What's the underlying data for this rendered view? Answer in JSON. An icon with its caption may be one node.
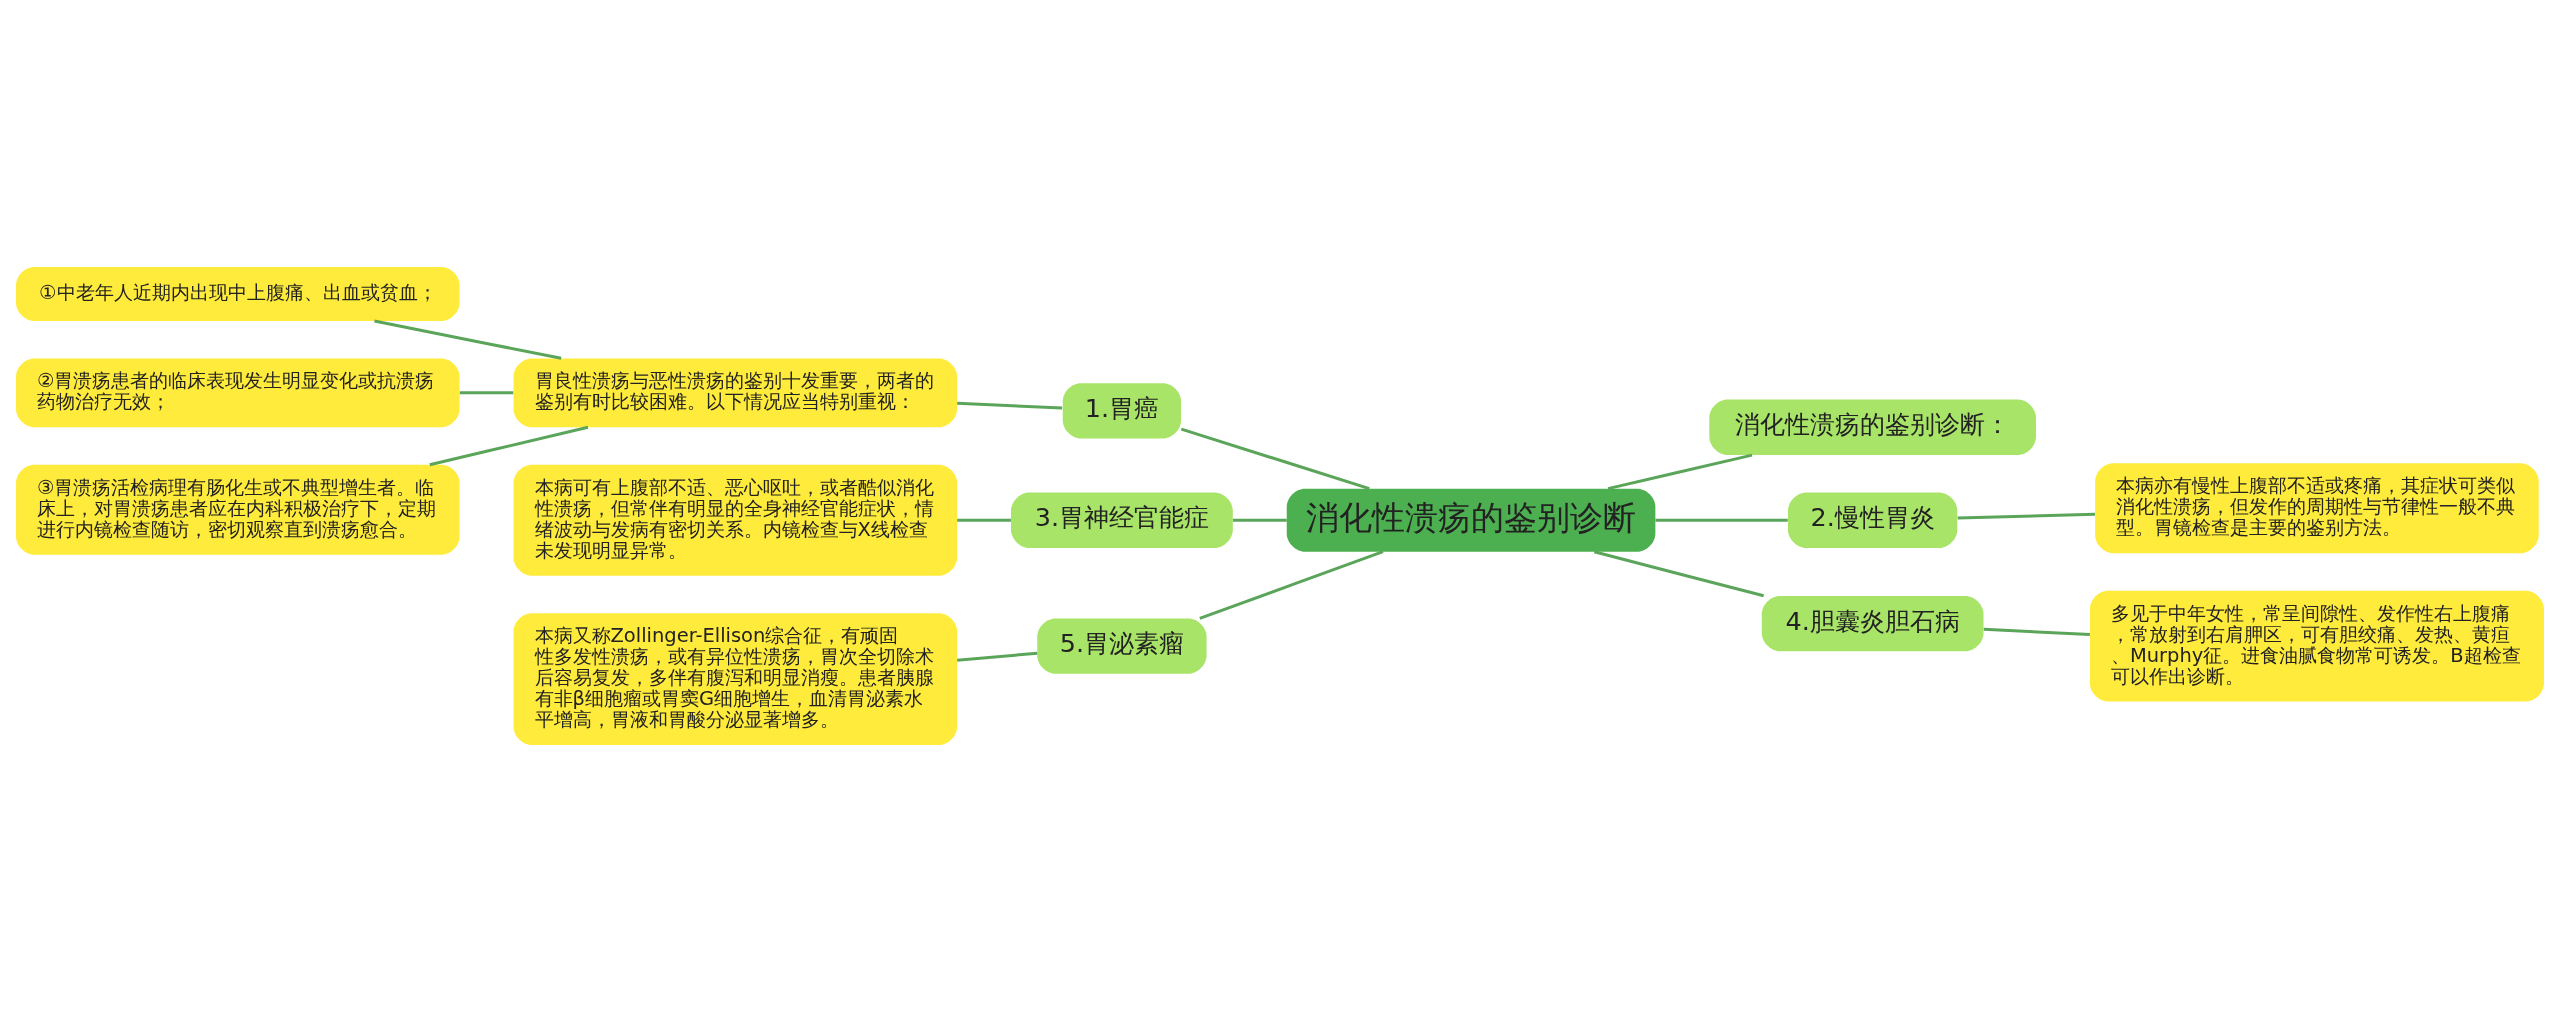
{
  "diagram": {
    "nodes": [
      {
        "text": [
          "消化性溃疡的鉴别诊断"
        ]
      },
      {
        "text": [
          "1.胃癌"
        ]
      },
      {
        "text": [
          "胃良性溃疡与恶性溃疡的鉴别十发重要，两者的鉴别有时比较困难。以下情况应当特别重视："
        ]
      },
      {
        "text": [
          "①中老年人近期内出现中上腹痛、出血或贫血；"
        ]
      },
      {
        "text": [
          "②胃溃疡患者的临床表现发生明显变化或抗溃疡药物治疗无效；"
        ]
      },
      {
        "text": [
          "③胃溃疡活检病理有肠化生或不典型增生者。临床上，对胃溃疡患者应在内科积极治疗下，定期进行内镜检查随访，密切观察直到溃疡愈合。"
        ]
      },
      {
        "text": [
          "3.胃神经官能症"
        ]
      },
      {
        "text": [
          "本病可有上腹部不适、恶心呕吐，或者酷似消化性溃疡，但常伴有明显的全身神经官能症状，情绪波动与发病有密切关系。内镜检查与X线检查未发现明显异常。"
        ]
      },
      {
        "text": [
          "5.胃泌素瘤"
        ]
      },
      {
        "text": [
          "本病又称Zollinger-Ellison综合征，有顽固性多发性溃疡，或有异位性溃疡，胃次全切除术后容易复发，多伴有腹泻和明显消瘦。患者胰腺有非β细胞瘤或胃窦G细胞增生，血清胃泌素水平增高，胃液和胃酸分泌显著增多。"
        ]
      },
      {
        "text": [
          "消化性溃疡的鉴别诊断："
        ]
      },
      {
        "text": [
          "2.慢性胃炎"
        ]
      },
      {
        "text": [
          "本病亦有慢性上腹部不适或疼痛，其症状可类似消化性溃疡，但发作的周期性与节律性一般不典型。胃镜检查是主要的鉴别方法。"
        ]
      },
      {
        "text": [
          "4.胆囊炎胆石病"
        ]
      },
      {
        "text": [
          "多见于中年女性，常呈间隙性、发作性右上腹痛，常放射到右肩胛区，可有胆绞痛、发热、黄疸、Murphy征。进食油腻食物常可诱发。B超检查可以作出诊断。"
        ]
      }
    ],
    "edges": [
      {
        "from": 0,
        "to": 1,
        "arrow": "none"
      },
      {
        "from": 1,
        "to": 2,
        "arrow": "none"
      },
      {
        "from": 2,
        "to": 3,
        "arrow": "none"
      },
      {
        "from": 2,
        "to": 4,
        "arrow": "none"
      },
      {
        "from": 2,
        "to": 5,
        "arrow": "none"
      },
      {
        "from": 0,
        "to": 6,
        "arrow": "none"
      },
      {
        "from": 6,
        "to": 7,
        "arrow": "none"
      },
      {
        "from": 0,
        "to": 8,
        "arrow": "none"
      },
      {
        "from": 8,
        "to": 9,
        "arrow": "none"
      },
      {
        "from": 0,
        "to": 10,
        "arrow": "none"
      },
      {
        "from": 0,
        "to": 11,
        "arrow": "none"
      },
      {
        "from": 11,
        "to": 12,
        "arrow": "none"
      },
      {
        "from": 0,
        "to": 13,
        "arrow": "none"
      },
      {
        "from": 13,
        "to": 14,
        "arrow": "none"
      }
    ]
  }
}
